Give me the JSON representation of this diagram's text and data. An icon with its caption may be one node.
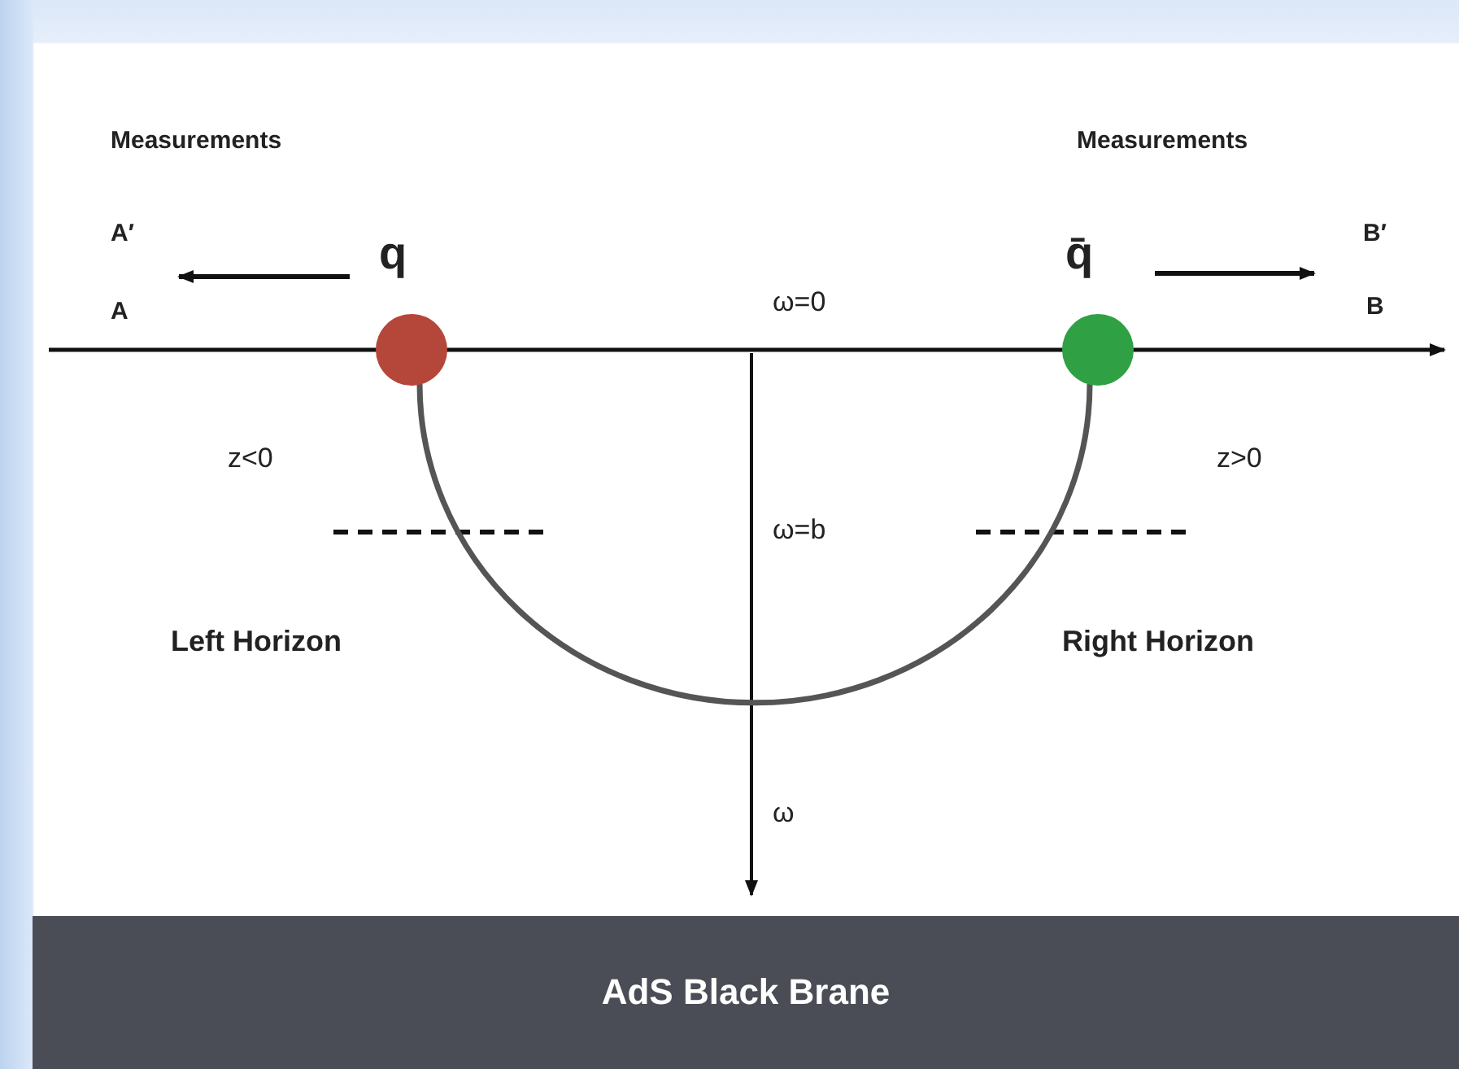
{
  "diagram": {
    "nodes": [
      {
        "text": [
          "q"
        ]
      },
      {
        "text": [
          "q̄"
        ]
      },
      {
        "text": [
          "AdS Black Brane"
        ]
      }
    ],
    "edges": [
      {
        "from": 0,
        "to": 1,
        "arrow": "none"
      }
    ],
    "labels": [
      "Measurements",
      "Measurements",
      "A′",
      "B′",
      "A",
      "ω=0",
      "B",
      "z<0",
      "z>0",
      "ω=b",
      "Left Horizon",
      "Right Horizon",
      "ω"
    ]
  }
}
